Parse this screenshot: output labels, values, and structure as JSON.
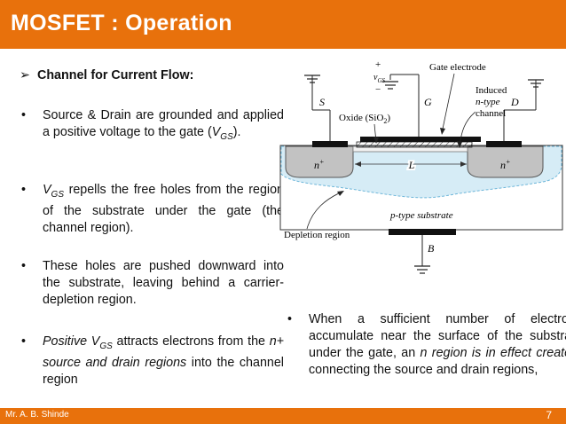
{
  "title": "MOSFET : Operation",
  "footer": {
    "author": "Mr. A. B. Shinde",
    "page": "7"
  },
  "heading": "Channel for Current Flow:",
  "bullets": {
    "b1": {
      "pre": "Source & Drain are grounded and applied a positive voltage to the gate (",
      "v": "V",
      "sub": "GS",
      "post": ")."
    },
    "b2": {
      "v": "V",
      "sub": "GS",
      "post": " repells the free holes from the region of the substrate under the gate (the channel region)."
    },
    "b3": {
      "text": "These holes are pushed downward into the substrate, leaving behind a carrier-depletion region."
    },
    "b4": {
      "pre": "Positive ",
      "v": "V",
      "sub": "GS",
      "mid": " attracts electrons from the ",
      "em": "n+ source and drain regions",
      "post": " into the channel region"
    },
    "b5": {
      "pre": "When a sufficient number of electrons accumulate near the surface of the substrate under the gate, an ",
      "em": "n region is in effect created,",
      "post": " connecting the source and drain regions,"
    }
  },
  "diagram": {
    "plus": "+",
    "minus": "−",
    "vgs_v": "v",
    "vgs_sub": "GS",
    "gate_electrode": "Gate electrode",
    "s": "S",
    "g": "G",
    "d": "D",
    "b": "B",
    "oxide": "Oxide (SiO",
    "oxide_sub": "2",
    "oxide_close": ")",
    "induced1": "Induced",
    "induced2": "n-type",
    "induced3": "channel",
    "n_left": "n",
    "n_right": "n",
    "n_sup": "+",
    "length": "L",
    "substrate": "p-type substrate",
    "depletion": "Depletion region"
  }
}
